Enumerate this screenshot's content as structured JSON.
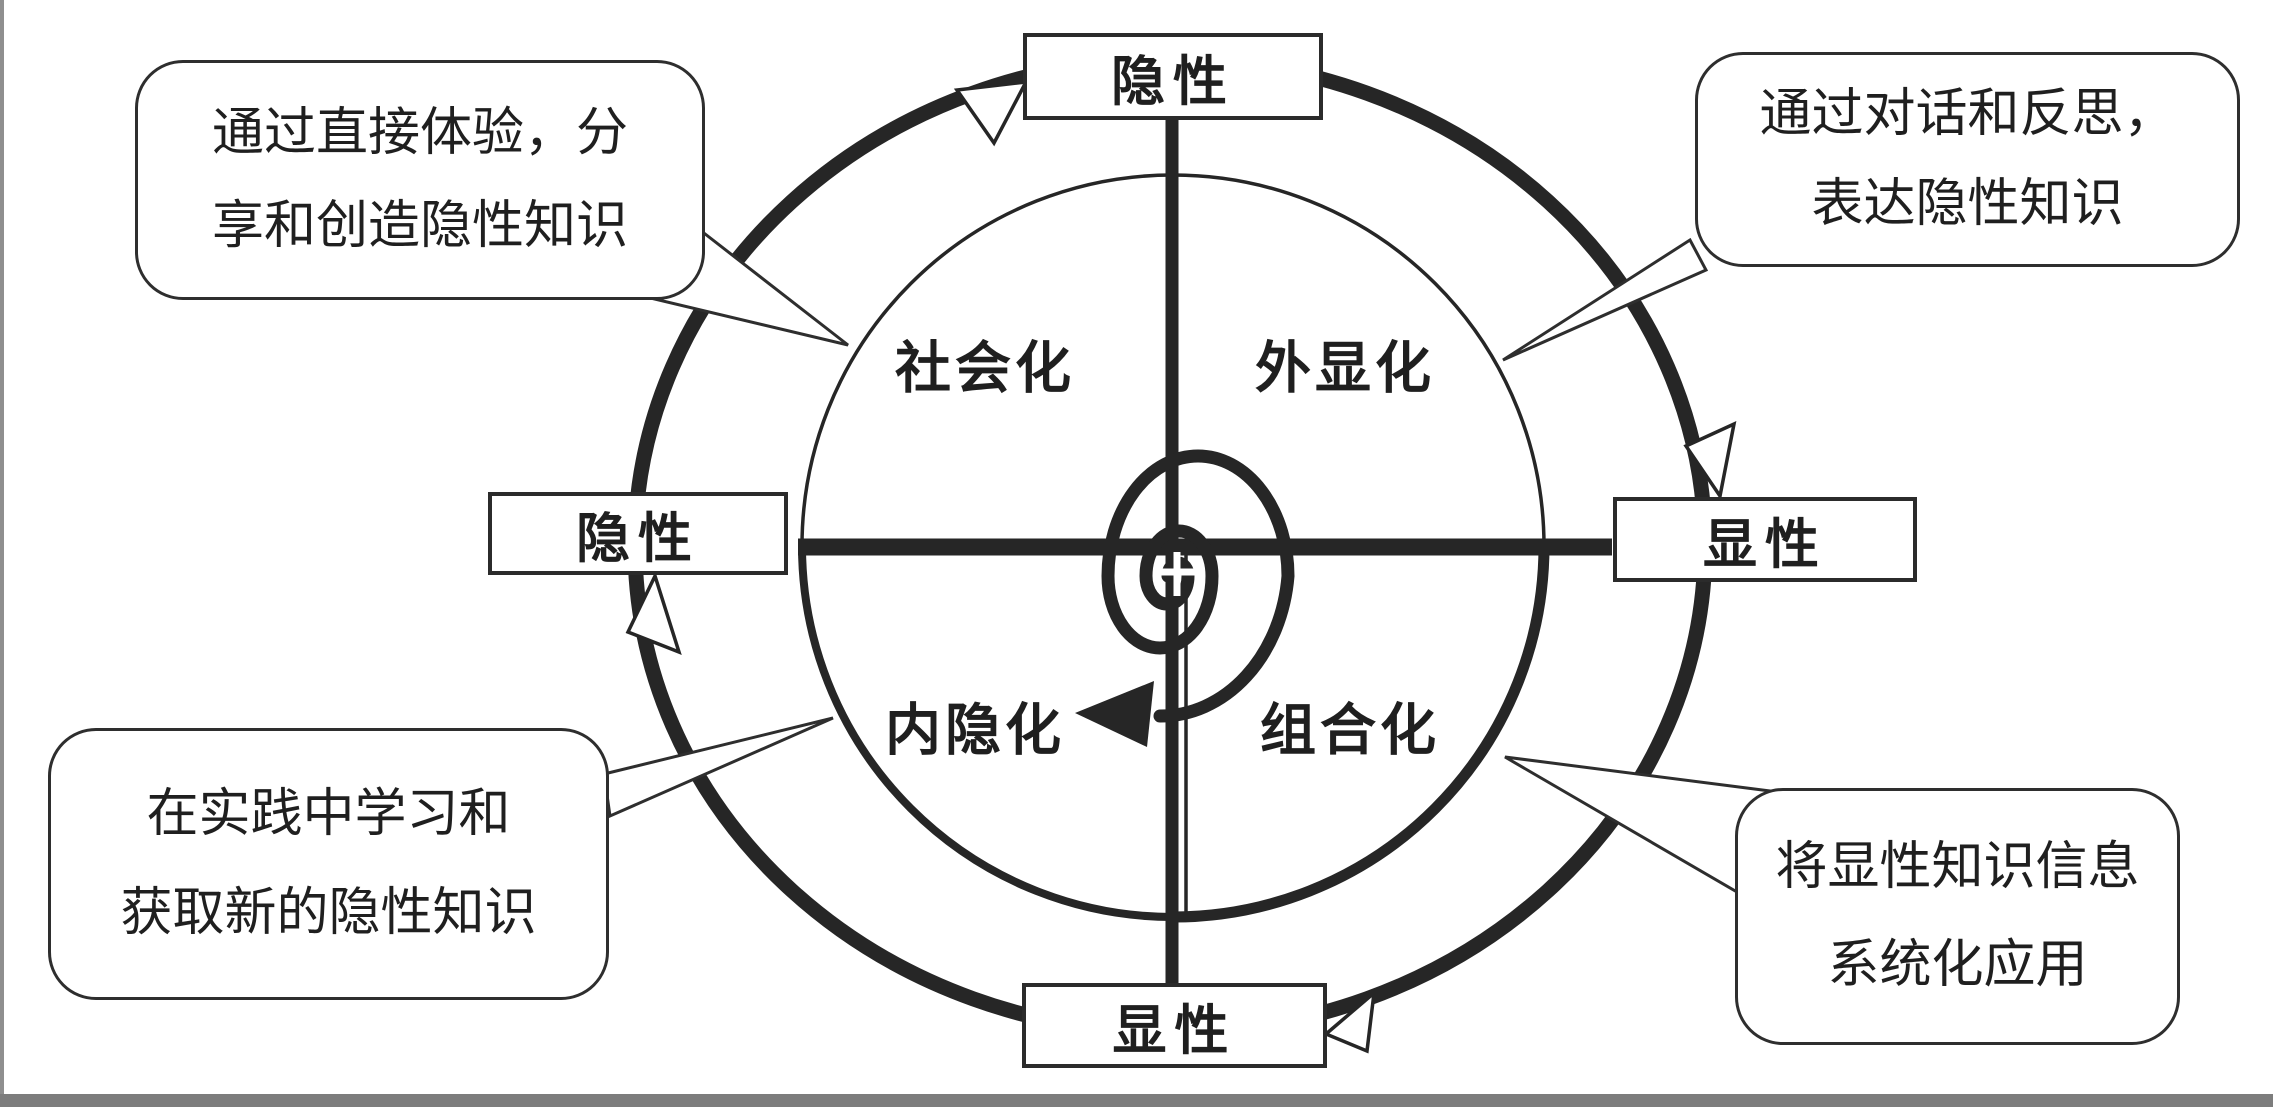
{
  "palette": {
    "ink": "#262626",
    "box_border": "#2b2b2b",
    "page_edge_gray": "#8f8f8f",
    "bottom_bar_gray": "#7d7d7d",
    "background": "#ffffff"
  },
  "cycle_labels": {
    "top": "隐性",
    "right": "显性",
    "bottom": "显性",
    "left": "隐性"
  },
  "quadrants": {
    "top_left": "社会化",
    "top_right": "外显化",
    "bottom_left": "内隐化",
    "bottom_right": "组合化"
  },
  "callouts": {
    "top_left": {
      "line1": "通过直接体验，分",
      "line2": "享和创造隐性知识"
    },
    "top_right": {
      "line1": "通过对话和反思，",
      "line2": "表达隐性知识"
    },
    "bottom_left": {
      "line1": "在实践中学习和",
      "line2": "获取新的隐性知识"
    },
    "bottom_right": {
      "line1": "将显性知识信息",
      "line2": "系统化应用"
    }
  }
}
